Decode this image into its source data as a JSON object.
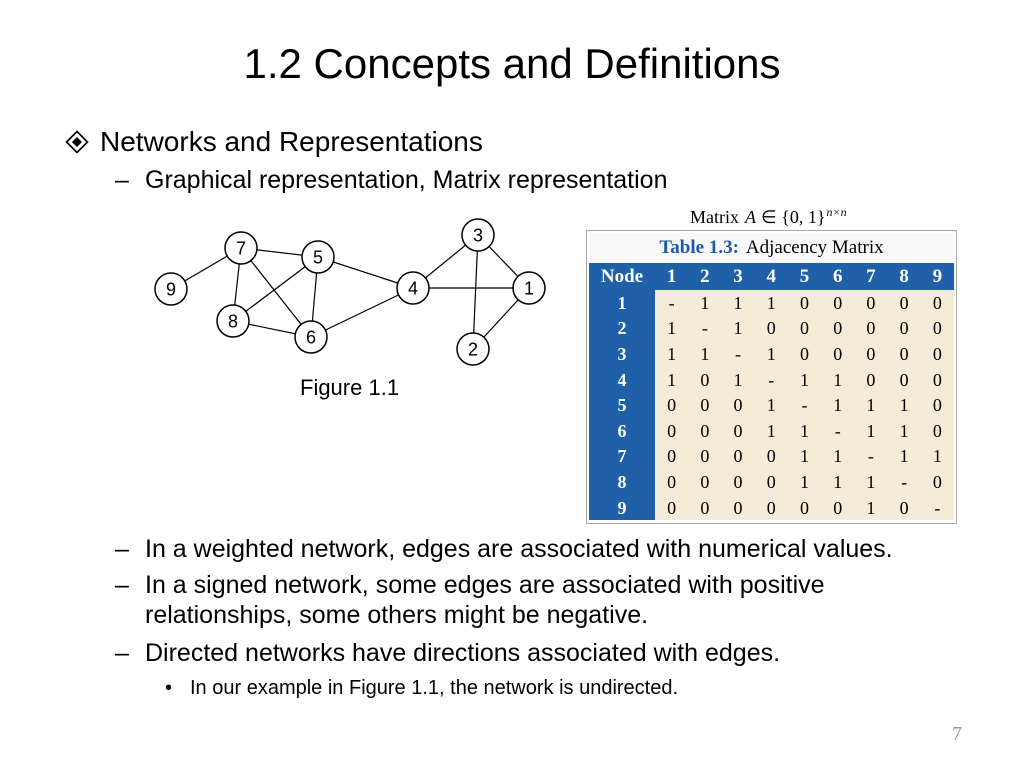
{
  "slide": {
    "title": "1.2 Concepts and Definitions",
    "page_number": "7",
    "bullet": {
      "icon": "diamond-bullet-icon",
      "text": "Networks and Representations"
    },
    "sub_bullets_top": [
      {
        "marker": "–",
        "lines": [
          "Graphical representation, Matrix representation"
        ]
      }
    ],
    "sub_bullets_bottom": [
      {
        "marker": "–",
        "lines": [
          "In a weighted network, edges are associated with numerical values."
        ]
      },
      {
        "marker": "–",
        "lines": [
          "In a signed network, some edges are associated with positive",
          "relationships, some others might be negative."
        ]
      },
      {
        "marker": "–",
        "lines": [
          "Directed networks have directions associated with edges."
        ]
      }
    ],
    "third_level": {
      "marker": "•",
      "text": "In our example in Figure 1.1, the network is undirected."
    }
  },
  "figure": {
    "caption": "Figure 1.1",
    "nodes": [
      "1",
      "2",
      "3",
      "4",
      "5",
      "6",
      "7",
      "8",
      "9"
    ],
    "edges": [
      [
        1,
        2
      ],
      [
        1,
        3
      ],
      [
        1,
        4
      ],
      [
        2,
        3
      ],
      [
        3,
        4
      ],
      [
        4,
        5
      ],
      [
        4,
        6
      ],
      [
        5,
        6
      ],
      [
        5,
        7
      ],
      [
        5,
        8
      ],
      [
        6,
        7
      ],
      [
        6,
        8
      ],
      [
        7,
        8
      ],
      [
        7,
        9
      ]
    ]
  },
  "matrix": {
    "caption": {
      "prefix": "Matrix",
      "variable": "A",
      "set": "∈ {0, 1}",
      "exponent": "n×n"
    },
    "table_label": "Table 1.3:",
    "table_title": "Adjacency Matrix",
    "header": [
      "Node",
      "1",
      "2",
      "3",
      "4",
      "5",
      "6",
      "7",
      "8",
      "9"
    ],
    "rows": [
      {
        "node": "1",
        "values": [
          "-",
          "1",
          "1",
          "1",
          "0",
          "0",
          "0",
          "0",
          "0"
        ]
      },
      {
        "node": "2",
        "values": [
          "1",
          "-",
          "1",
          "0",
          "0",
          "0",
          "0",
          "0",
          "0"
        ]
      },
      {
        "node": "3",
        "values": [
          "1",
          "1",
          "-",
          "1",
          "0",
          "0",
          "0",
          "0",
          "0"
        ]
      },
      {
        "node": "4",
        "values": [
          "1",
          "0",
          "1",
          "-",
          "1",
          "1",
          "0",
          "0",
          "0"
        ]
      },
      {
        "node": "5",
        "values": [
          "0",
          "0",
          "0",
          "1",
          "-",
          "1",
          "1",
          "1",
          "0"
        ]
      },
      {
        "node": "6",
        "values": [
          "0",
          "0",
          "0",
          "1",
          "1",
          "-",
          "1",
          "1",
          "0"
        ]
      },
      {
        "node": "7",
        "values": [
          "0",
          "0",
          "0",
          "0",
          "1",
          "1",
          "-",
          "1",
          "1"
        ]
      },
      {
        "node": "8",
        "values": [
          "0",
          "0",
          "0",
          "0",
          "1",
          "1",
          "1",
          "-",
          "0"
        ]
      },
      {
        "node": "9",
        "values": [
          "0",
          "0",
          "0",
          "0",
          "0",
          "0",
          "1",
          "0",
          "-"
        ]
      }
    ],
    "colors": {
      "header_bg": "#2060a8",
      "cell_bg": "#f4ecd6",
      "label": "#1f5aa3"
    }
  }
}
